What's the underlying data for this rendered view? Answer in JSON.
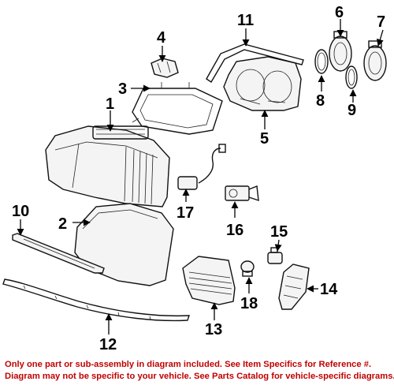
{
  "diagram": {
    "callouts": {
      "c1": "1",
      "c2": "2",
      "c3": "3",
      "c4": "4",
      "c5": "5",
      "c6": "6",
      "c7": "7",
      "c8": "8",
      "c9": "9",
      "c10": "10",
      "c11": "11",
      "c12": "12",
      "c13": "13",
      "c14": "14",
      "c15": "15",
      "c16": "16",
      "c17": "17",
      "c18": "18"
    }
  },
  "footer": {
    "line1": "Only one part or sub-assembly in diagram included. See Item Specifics for Reference #.",
    "line2": "Diagram may not be specific to your vehicle. See Parts Catalog for vehicle-specific diagrams."
  },
  "colors": {
    "disclaimer_text": "#c00000",
    "line_art": "#111111"
  }
}
